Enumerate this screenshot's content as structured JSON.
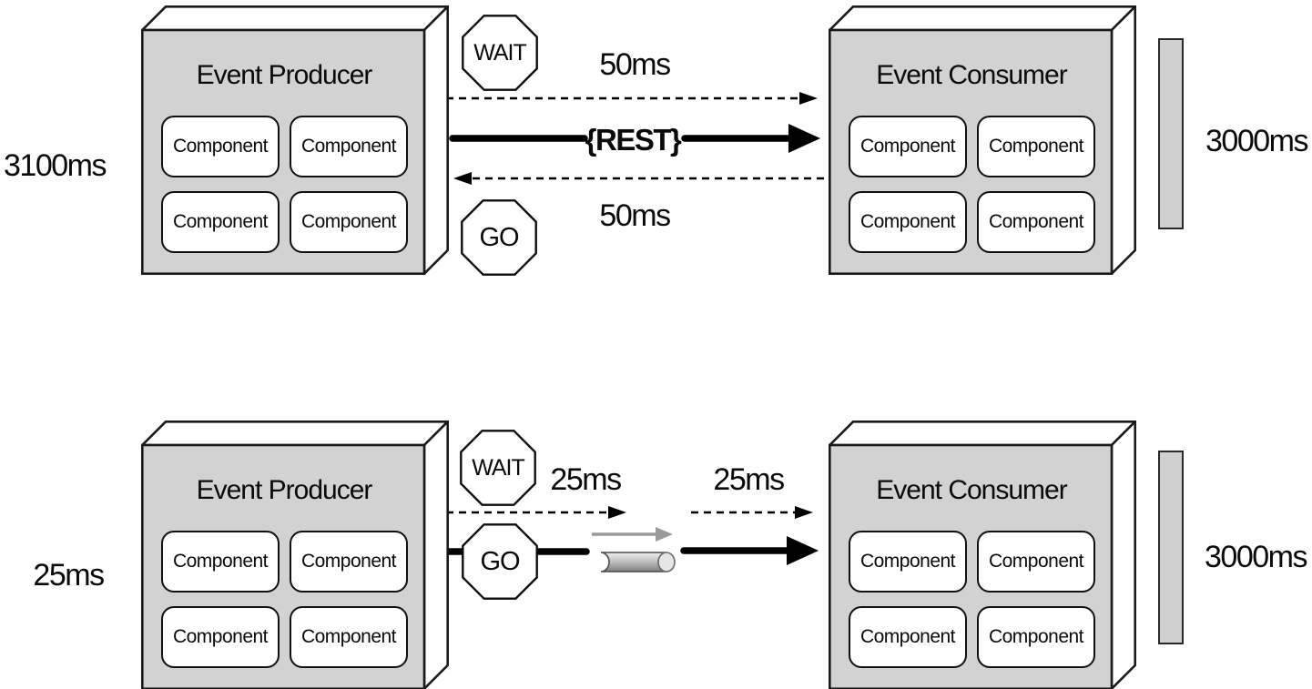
{
  "rest_flow": {
    "left_time": "3100ms",
    "producer": {
      "title": "Event Producer",
      "components": [
        "Component",
        "Component",
        "Component",
        "Component"
      ]
    },
    "wait_sign": "WAIT",
    "go_sign": "GO",
    "request_time": "50ms",
    "protocol": "{REST}",
    "response_time": "50ms",
    "consumer": {
      "title": "Event Consumer",
      "components": [
        "Component",
        "Component",
        "Component",
        "Component"
      ]
    },
    "right_time": "3000ms"
  },
  "messaging_flow": {
    "left_time": "25ms",
    "producer": {
      "title": "Event Producer",
      "components": [
        "Component",
        "Component",
        "Component",
        "Component"
      ]
    },
    "wait_sign": "WAIT",
    "go_sign": "GO",
    "send_time": "25ms",
    "deliver_time": "25ms",
    "consumer": {
      "title": "Event Consumer",
      "components": [
        "Component",
        "Component",
        "Component",
        "Component"
      ]
    },
    "right_time": "3000ms"
  },
  "colors": {
    "box_fill": "#d2d2d2",
    "bar_fill": "#d0d0d0",
    "ink": "#000000",
    "queue_gray": "#9a9a9a"
  }
}
